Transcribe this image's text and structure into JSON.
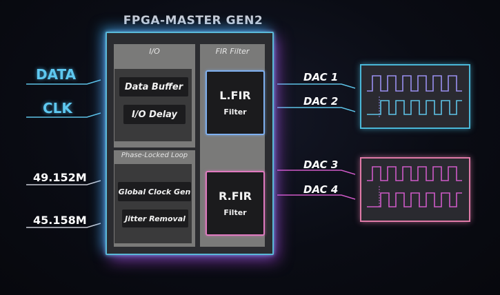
{
  "title": "FPGA-MASTER GEN2",
  "sections": {
    "io": "I/O",
    "fir": "FIR Filter",
    "pll": "Phase-Locked Loop"
  },
  "io_blocks": [
    "Data Buffer",
    "I/O Delay"
  ],
  "pll_blocks": [
    "Global Clock Gen",
    "Jitter Removal"
  ],
  "fir_blocks": [
    {
      "main": "L.FIR",
      "sub": "Filter"
    },
    {
      "main": "R.FIR",
      "sub": "Filter"
    }
  ],
  "inputs": [
    "DATA",
    "CLK",
    "49.152M",
    "45.158M"
  ],
  "outputs": [
    "DAC 1",
    "DAC 2",
    "DAC 3",
    "DAC 4"
  ],
  "colors": {
    "cyan": "#3ab8e0",
    "pink": "#d05ac8",
    "lfir_border": "#7fb0f0",
    "rfir_border": "#e07ac0",
    "scope1_border": "#4ab8d8",
    "scope2_border": "#e07aa8"
  }
}
